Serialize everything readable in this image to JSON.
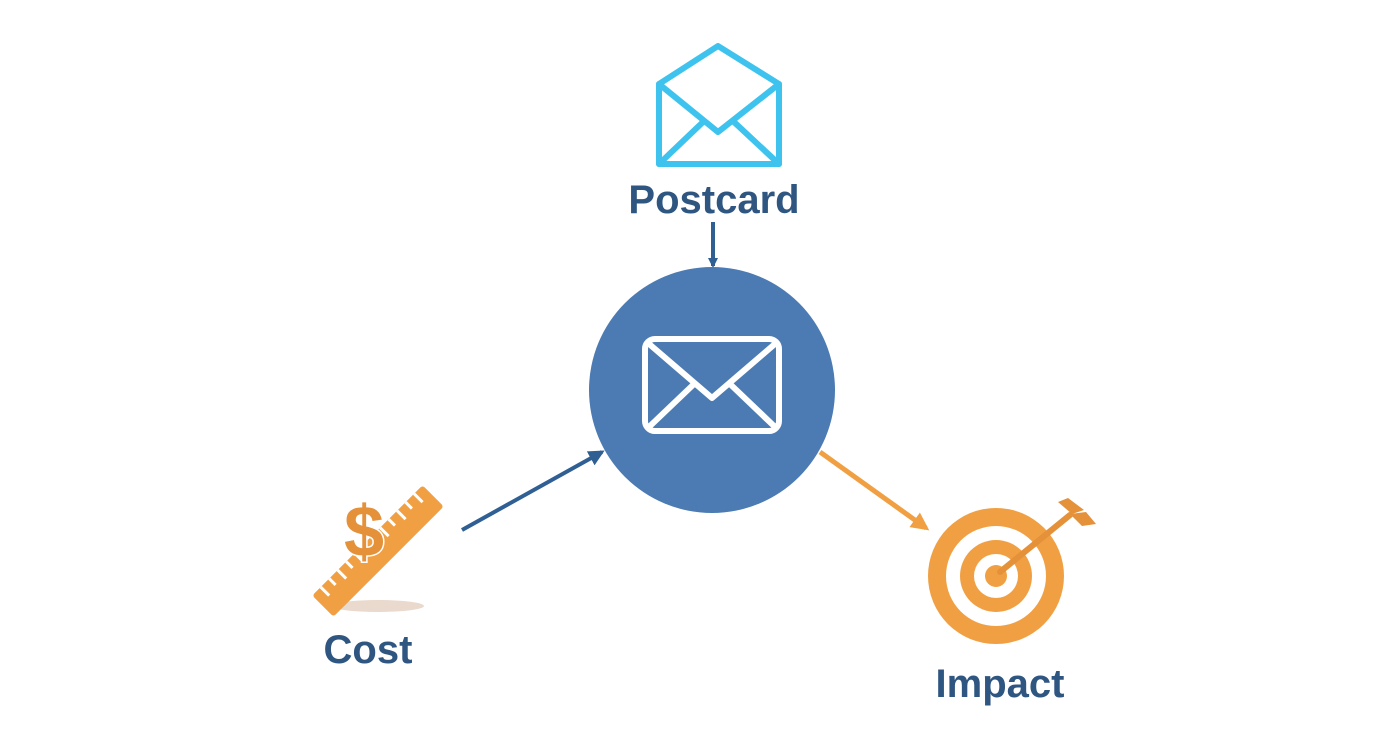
{
  "nodes": {
    "postcard": {
      "label": "Postcard",
      "icon": "open-envelope-icon"
    },
    "center": {
      "icon": "envelope-icon"
    },
    "cost": {
      "label": "Cost",
      "icon": "dollar-ruler-icon",
      "symbol": "$"
    },
    "impact": {
      "label": "Impact",
      "icon": "target-icon"
    }
  },
  "colors": {
    "label": "#2f5680",
    "hub": "#4b7bb2",
    "postcard_icon": "#3ec3ee",
    "arrow_blue": "#2f5f93",
    "orange": "#f0a043",
    "orange_dark": "#e4913a"
  }
}
